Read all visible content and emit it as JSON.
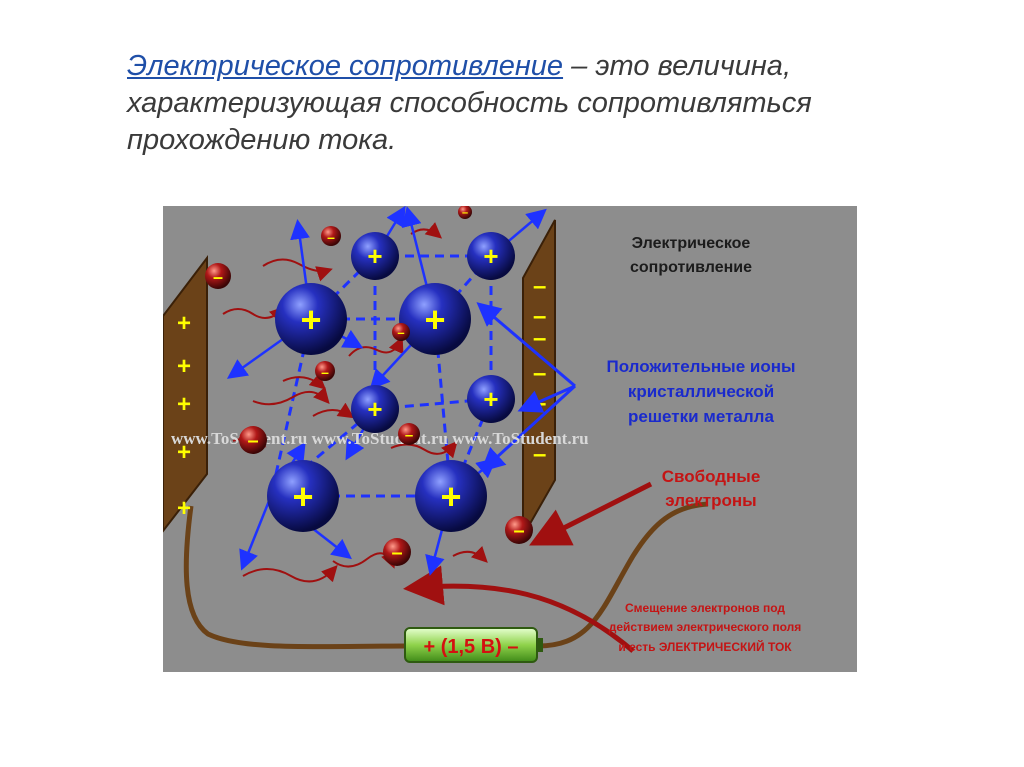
{
  "slide": {
    "term": "Электрическое сопротивление",
    "line1_rest": " – это величина,",
    "line2": "характеризующая способность сопротивляться",
    "line3": "прохождению тока."
  },
  "diagram": {
    "title_line1": "Электрическое",
    "title_line2": "сопротивление",
    "ions_line1": "Положительные ионы",
    "ions_line2": "кристаллической",
    "ions_line3": "решетки металла",
    "electrons_line1": "Свободные",
    "electrons_line2": "электроны",
    "current_line1": "Смещение электронов под",
    "current_line2": "действием электрического поля",
    "current_line3": "и есть ЭЛЕКТРИЧЕСКИЙ ТОК",
    "battery_label": "+ (1,5 В) –",
    "watermark": "www.ToStudent.ru www.ToStudent.ru www.ToStudent.ru",
    "ion_sign": "+",
    "electron_sign": "–",
    "left_plate_sign": "+",
    "right_plate_sign": "–",
    "colors": {
      "background": "#8d8d8d",
      "ion": "#1a1f8f",
      "electron": "#8b1010",
      "plate": "#6b4218",
      "arrow_blue": "#1e32ff",
      "label_blue": "#1a2acc",
      "label_red": "#c41414",
      "title": "#1c1c1c"
    }
  }
}
